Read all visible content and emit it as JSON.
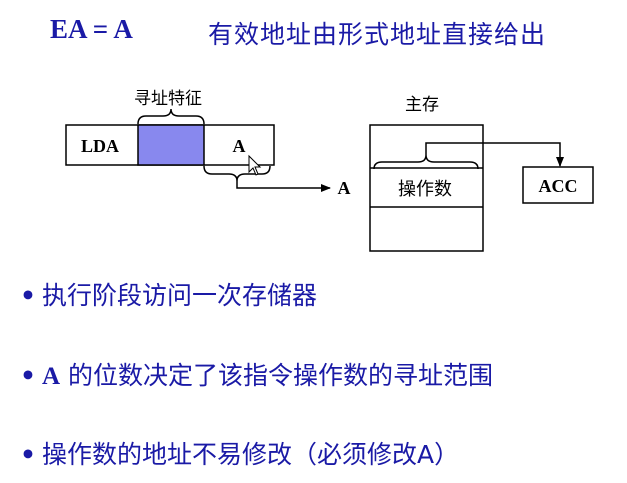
{
  "title": {
    "formula": "EA = A",
    "description": "有效地址由形式地址直接给出"
  },
  "diagram": {
    "instruction": {
      "opcode": "LDA",
      "address_field": "A",
      "mode_label": "寻址特征",
      "mode_color": "#8888ee"
    },
    "pointer_label": "A",
    "memory": {
      "title": "主存",
      "cell_label": "操作数"
    },
    "register": "ACC"
  },
  "bullets": [
    {
      "prefix": "",
      "text": "执行阶段访问一次存储器"
    },
    {
      "prefix": "A",
      "text": " 的位数决定了该指令操作数的寻址范围"
    },
    {
      "prefix": "",
      "text": "操作数的地址不易修改（必须修改A）"
    }
  ],
  "colors": {
    "primary": "#1a1aa6",
    "ink": "#000000"
  }
}
